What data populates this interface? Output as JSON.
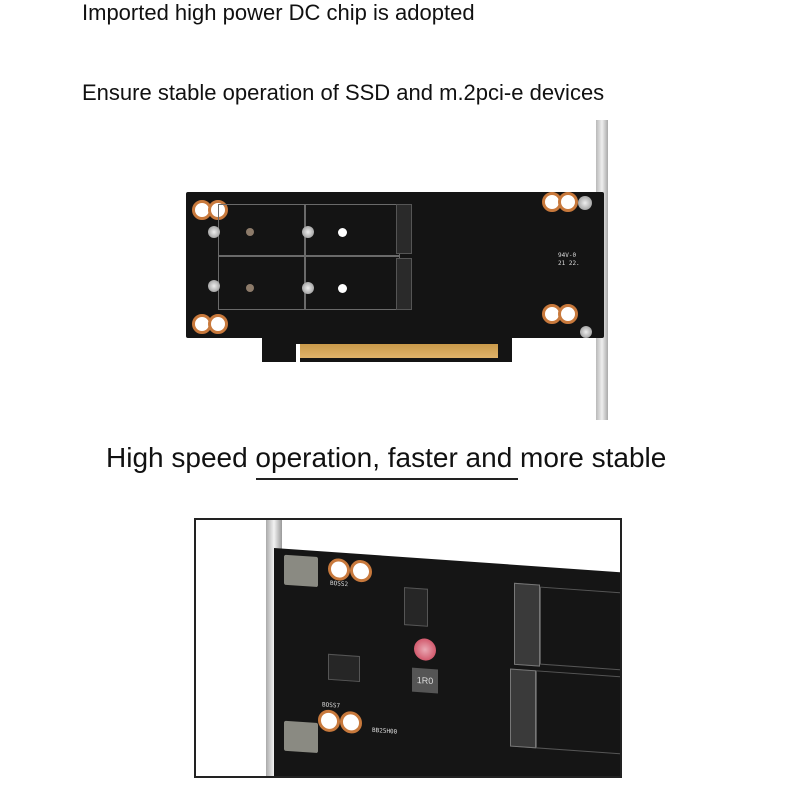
{
  "captions": {
    "line1": "Imported high power DC chip is adopted",
    "line2": "Ensure stable operation of SSD and m.2pci-e devices",
    "line3": "High speed operation, faster and more stable"
  },
  "top_board": {
    "silkscreen": {
      "marking_1": "94V-0",
      "marking_2": "21 22."
    },
    "colors": {
      "pcb": "#141414",
      "gold_fingers": "#d6a75c",
      "mounting_ring": "#c8793c"
    }
  },
  "bottom_board": {
    "inductor_label": "1R0",
    "silkscreen": {
      "label_top": "BOSS2",
      "label_bottom": "BOSS7",
      "label_chip": "BB25H00"
    },
    "colors": {
      "pcb": "#151515",
      "capacitor": "#c8384f",
      "frame_border": "#222222"
    }
  }
}
